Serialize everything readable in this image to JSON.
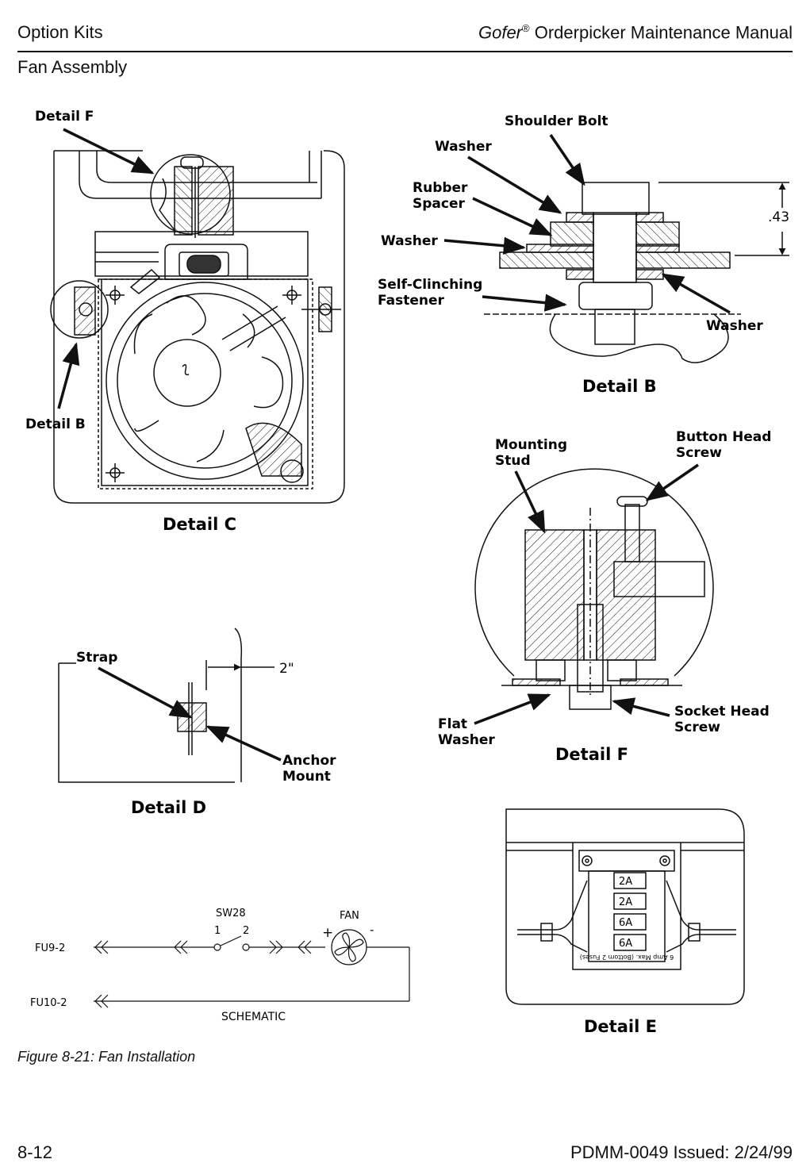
{
  "header": {
    "section": "Option Kits",
    "brand": "Gofer",
    "registered": "®",
    "manual": " Orderpicker Maintenance Manual",
    "subsection": "Fan Assembly"
  },
  "labels": {
    "detail_f_callout": "Detail F",
    "detail_b_callout": "Detail B",
    "detail_c_title": "Detail C",
    "shoulder_bolt": "Shoulder Bolt",
    "washer_top": "Washer",
    "rubber": "Rubber",
    "spacer": "Spacer",
    "washer_mid": "Washer",
    "self_clinching": "Self-Clinching",
    "fastener": "Fastener",
    "washer_bottom": "Washer",
    "dim_43": ".43",
    "detail_b_title": "Detail B",
    "mounting": "Mounting",
    "stud": "Stud",
    "button_head": "Button Head",
    "screw1": "Screw",
    "flat": "Flat",
    "washer_flat": "Washer",
    "socket_head": "Socket Head",
    "screw2": "Screw",
    "detail_f_title": "Detail F",
    "strap": "Strap",
    "dim_2in": "2\"",
    "anchor": "Anchor",
    "mount": "Mount",
    "detail_d_title": "Detail D",
    "fuse1": "2A",
    "fuse2": "2A",
    "fuse3": "6A",
    "fuse4": "6A",
    "fuse_note": "6 Amp Max. (Bottom 2 Fuses)",
    "detail_e_title": "Detail E"
  },
  "schematic": {
    "sw": "SW28",
    "pin1": "1",
    "pin2": "2",
    "fan": "FAN",
    "plus": "+",
    "minus": "-",
    "fu9": "FU9-2",
    "fu10": "FU10-2",
    "title": "SCHEMATIC"
  },
  "caption": "Figure 8-21:  Fan Installation",
  "footer": {
    "page": "8-12",
    "doc": "PDMM-0049 Issued:  2/24/99"
  }
}
